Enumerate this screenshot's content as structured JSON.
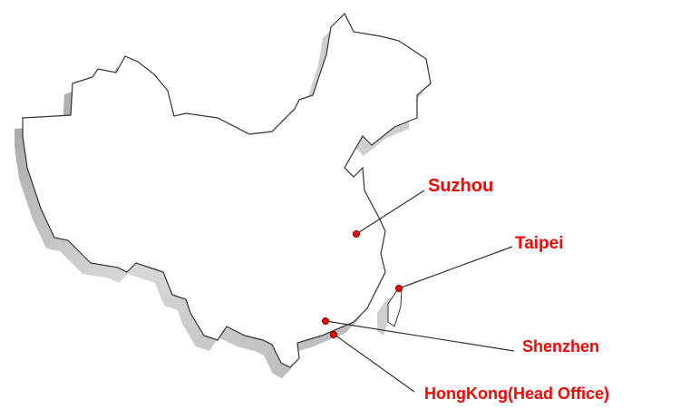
{
  "colors": {
    "label": "#ff0000",
    "marker": "#ff0000",
    "land_shadow": "#c8c8c8",
    "outline": "#333333"
  },
  "cities": [
    {
      "id": "suzhou",
      "label": "Suzhou"
    },
    {
      "id": "taipei",
      "label": "Taipei"
    },
    {
      "id": "shenzhen",
      "label": "Shenzhen"
    },
    {
      "id": "hongkong",
      "label": "HongKong(Head Office)"
    }
  ]
}
